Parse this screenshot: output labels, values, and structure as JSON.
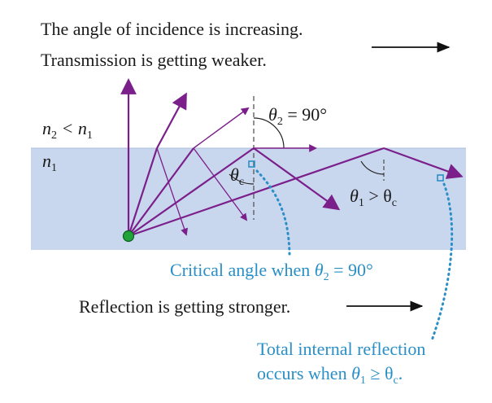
{
  "captions": {
    "incidence": "The angle of incidence is increasing.",
    "transmission": "Transmission is getting weaker.",
    "reflection": "Reflection is getting stronger."
  },
  "media": {
    "upper": {
      "n": "n",
      "n_sub": "2",
      "rel": " < n",
      "rel_sub": "1"
    },
    "lower": {
      "n": "n",
      "n_sub": "1"
    }
  },
  "angles": {
    "theta2": {
      "sym": "θ",
      "sub": "2",
      "rest": " = 90°"
    },
    "thetac": {
      "sym": "θ",
      "sub": "c"
    },
    "theta1": {
      "sym": "θ",
      "sub": "1",
      "rest": " > θ",
      "rest_sub": "c"
    }
  },
  "notes": {
    "critical": {
      "pre": "Critical angle when ",
      "sym": "θ",
      "sub": "2",
      "rest": " = 90°"
    },
    "tir_line1": "Total internal reflection",
    "tir_line2": {
      "pre": "occurs when ",
      "sym": "θ",
      "sub": "1",
      "rest": " ≥ θ",
      "rest_sub": "c",
      "end": "."
    }
  },
  "colors": {
    "ray": "#7b1f8a",
    "lower_medium": "#c9d7ee",
    "source": "#1fa33a",
    "annotation": "#2a8fc6",
    "dashed_line": "#555555"
  }
}
